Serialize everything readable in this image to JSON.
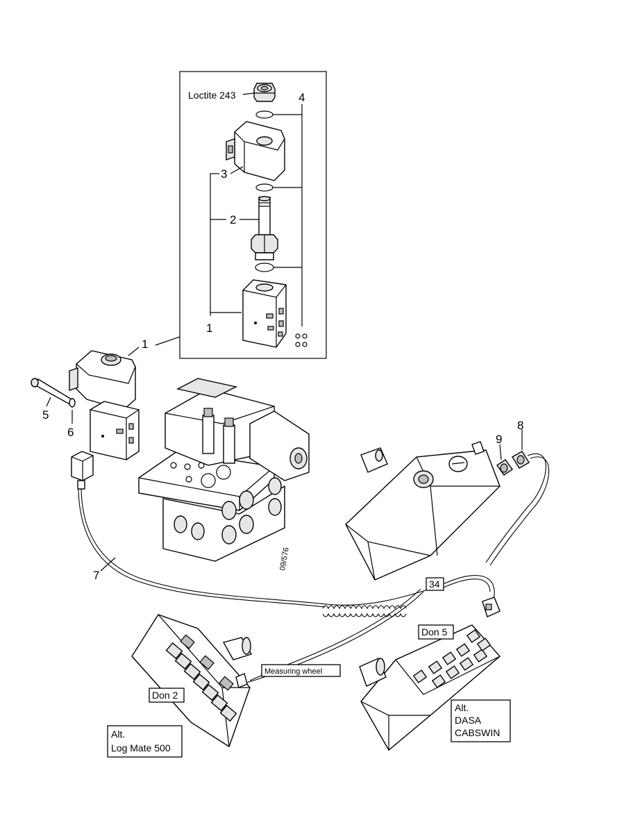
{
  "labels": {
    "loctite": "Loctite 243",
    "n1_inset": "1",
    "n2": "2",
    "n3": "3",
    "n4": "4",
    "n1_main": "1",
    "n5": "5",
    "n6": "6",
    "n7": "7",
    "n8": "8",
    "n9": "9",
    "n34": "34",
    "don5": "Don 5",
    "don2": "Don 2",
    "measuring_wheel": "Measuring wheel",
    "drawing_ref": "09/576"
  },
  "alt_log": {
    "line1": "Alt.",
    "line2": "Log Mate 500"
  },
  "alt_dasa": {
    "line1": "Alt.",
    "line2": "DASA",
    "line3": "CABSWIN"
  }
}
